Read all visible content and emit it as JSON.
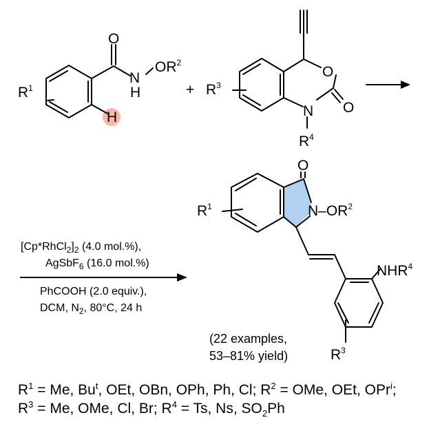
{
  "reactant1": {
    "r1": "R",
    "r1_sup": "1",
    "o": "O",
    "n": "N",
    "h_n": "H",
    "or2": "OR",
    "or2_sup": "2",
    "h_ch": "H"
  },
  "plus": "+",
  "reactant2": {
    "r3": "R",
    "r3_sup": "3",
    "o_ring": "O",
    "o_carbonyl": "O",
    "n": "N",
    "r4": "R",
    "r4_sup": "4"
  },
  "product": {
    "o": "O",
    "r1": "R",
    "r1_sup": "1",
    "n_or2": "N–OR",
    "n_sup": "2",
    "nhr4": "NHR",
    "nhr4_sup": "4",
    "r3": "R",
    "r3_sup": "3"
  },
  "conditions": {
    "line1_a": "[Cp*RhCl",
    "line1_sub1": "2",
    "line1_b": "]",
    "line1_sub2": "2",
    "line1_c": " (4.0 mol.%),",
    "line2_a": "AgSbF",
    "line2_sub": "6",
    "line2_b": " (16.0 mol.%)",
    "line3": "PhCOOH (2.0 equiv.),",
    "line4_a": "DCM, N",
    "line4_sub": "2",
    "line4_b": ", 80°C, 24 h"
  },
  "yield_info": {
    "line1": "(22 examples,",
    "line2": "53–81% yield)"
  },
  "substituents": {
    "r1_label": "R",
    "r1_sup": "1",
    "r1_a": " = Me, Bu",
    "r1_bu_sup": "t",
    "r1_b": ", OEt, OBn, OPh, Ph, Cl; ",
    "r2_label": "R",
    "r2_sup": "2",
    "r2_a": " = OMe, OEt, OPr",
    "r2_pr_sup": "i",
    "r2_b": ";",
    "r3_label": "R",
    "r3_sup": "3",
    "r3_a": " = Me, OMe, Cl, Br; ",
    "r4_label": "R",
    "r4_sup": "4",
    "r4_a": " = Ts, Ns, SO",
    "r4_sub": "2",
    "r4_b": "Ph"
  },
  "colors": {
    "highlight_ch": "#f7b8a8",
    "highlight_ring": "#aecdf0"
  }
}
